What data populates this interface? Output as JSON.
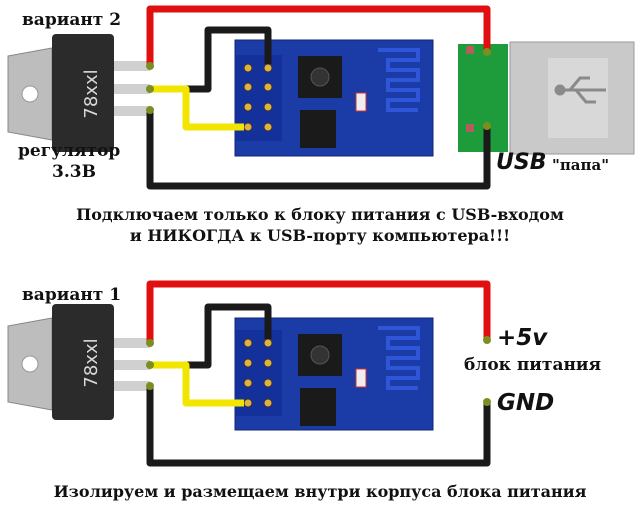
{
  "variant2": {
    "label": "вариант 2",
    "regulator_label": "регулятор",
    "regulator_voltage": "3.3В",
    "regulator_marking": "78xxl",
    "usb_label": "USB",
    "usb_type": "\"папа\"",
    "caption_line1": "Подключаем только к блоку питания с USB-входом",
    "caption_line2": "и НИКОГДА к USB-порту компьютера!!!"
  },
  "variant1": {
    "label": "вариант 1",
    "regulator_marking": "78xxl",
    "plus_label": "+5v",
    "psu_label": "блок питания",
    "gnd_label": "GND",
    "caption": "Изолируем и размещаем внутри корпуса блока питания"
  },
  "colors": {
    "wire_red": "#e01010",
    "wire_black": "#1a1a1a",
    "wire_yellow": "#f2e600",
    "board_blue": "#1a3aa8",
    "regulator_body": "#2a2a2a",
    "heatsink": "#b8b8b8",
    "usb_pcb": "#1d9a3a",
    "usb_shell": "#c8c8c8"
  }
}
